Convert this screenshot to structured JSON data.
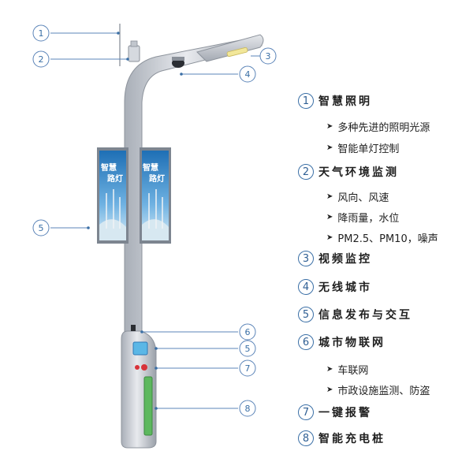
{
  "callouts": [
    "1",
    "2",
    "3",
    "4",
    "5",
    "6",
    "5",
    "7",
    "8"
  ],
  "panel_text": {
    "left": [
      "智慧",
      "路灯"
    ],
    "right": [
      "智慧",
      "路灯"
    ]
  },
  "legend": [
    {
      "num": "1",
      "title": "智慧照明",
      "items": [
        "多种先进的照明光源",
        "智能单灯控制"
      ]
    },
    {
      "num": "2",
      "title": "天气环境监测",
      "items": [
        "风向、风速",
        "降雨量，水位",
        "PM2.5、PM10，噪声"
      ]
    },
    {
      "num": "3",
      "title": "视频监控",
      "items": []
    },
    {
      "num": "4",
      "title": "无线城市",
      "items": []
    },
    {
      "num": "5",
      "title": "信息发布与交互",
      "items": []
    },
    {
      "num": "6",
      "title": "城市物联网",
      "items": [
        "车联网",
        "市政设施监测、防盗"
      ]
    },
    {
      "num": "7",
      "title": "一键报警",
      "items": []
    },
    {
      "num": "8",
      "title": "智能充电桩",
      "items": []
    }
  ],
  "colors": {
    "accent": "#3a6fa6",
    "line": "#5b84b8",
    "pole": "#c9ced6",
    "panel": "#2f78b6"
  }
}
